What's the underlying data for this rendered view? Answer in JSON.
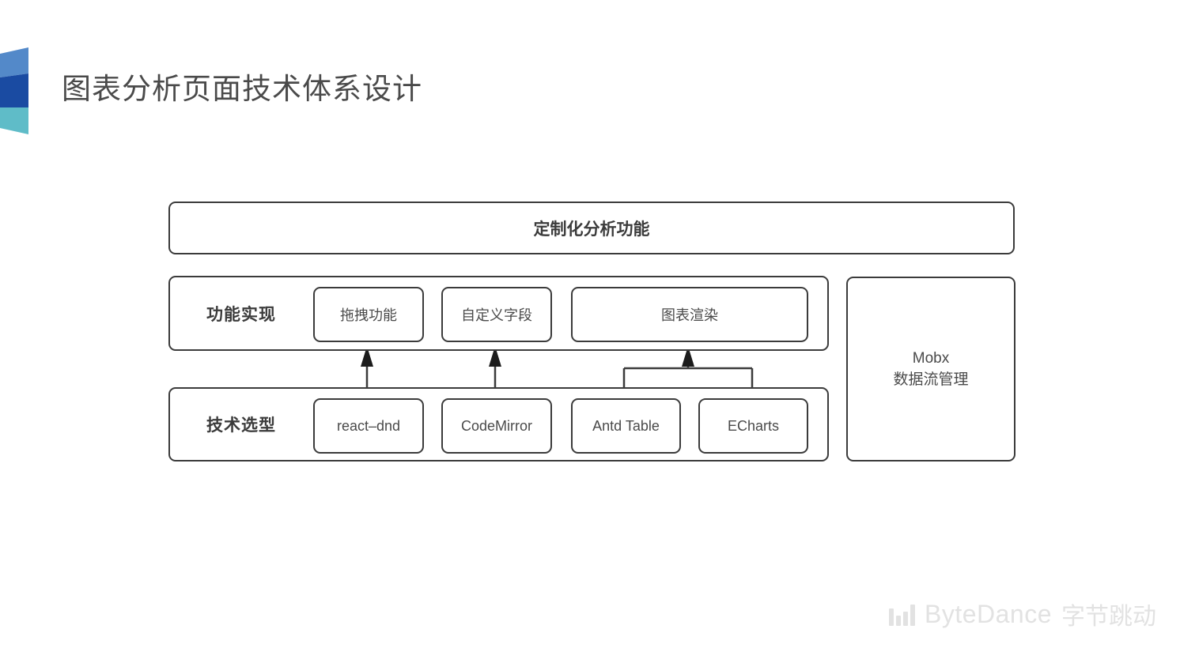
{
  "slide": {
    "title": "图表分析页面技术体系设计",
    "title_color": "#4a4a4a",
    "background": "#ffffff",
    "stroke_color": "#3b3b3b"
  },
  "logo": {
    "name": "bytedance-slide-mark",
    "bands": [
      {
        "color": "#5389c9"
      },
      {
        "color": "#1a4ba2"
      },
      {
        "color": "#5fbcc8"
      }
    ]
  },
  "diagram": {
    "type": "layered-architecture",
    "top_band": {
      "label": "定制化分析功能"
    },
    "rows": [
      {
        "id": "function-implementation",
        "label": "功能实现",
        "nodes": [
          {
            "id": "drag",
            "label": "拖拽功能"
          },
          {
            "id": "custom-field",
            "label": "自定义字段"
          },
          {
            "id": "chart-render",
            "label": "图表渲染"
          }
        ]
      },
      {
        "id": "tech-selection",
        "label": "技术选型",
        "nodes": [
          {
            "id": "react-dnd",
            "label": "react–dnd"
          },
          {
            "id": "codemirror",
            "label": "CodeMirror"
          },
          {
            "id": "antd-table",
            "label": "Antd Table"
          },
          {
            "id": "echarts",
            "label": "ECharts"
          }
        ]
      }
    ],
    "side_panel": {
      "id": "mobx",
      "line1": "Mobx",
      "line2": "数据流管理"
    },
    "connections": [
      {
        "from": "react-dnd",
        "to": "drag",
        "arrow": "up"
      },
      {
        "from": "codemirror",
        "to": "custom-field",
        "arrow": "up"
      },
      {
        "from": "antd-table",
        "to": "chart-render",
        "arrow": "up",
        "merged": true
      },
      {
        "from": "echarts",
        "to": "chart-render",
        "arrow": "up",
        "merged": true
      }
    ]
  },
  "brand": {
    "icon": "bar-chart-icon",
    "en": "ByteDance",
    "cn": "字节跳动",
    "color": "#e2e2e2"
  }
}
